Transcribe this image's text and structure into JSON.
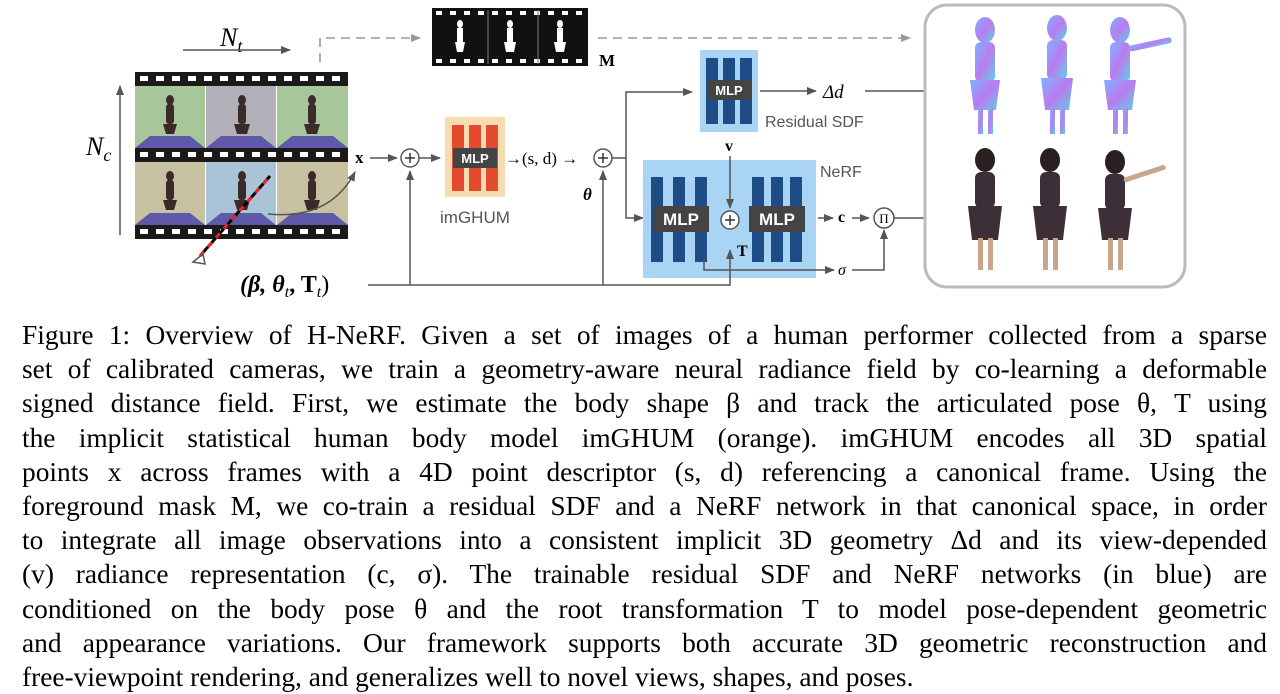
{
  "figure": {
    "labels": {
      "frames_axis": "N",
      "frames_axis_sub": "t",
      "cameras_axis": "N",
      "cameras_axis_sub": "c",
      "mask": "M",
      "x_point": "x",
      "mlp_main": "MLP",
      "descriptor_text": "→(s, d) →",
      "theta": "θ",
      "imghum": "imGHUM",
      "mlp_residual": "MLP",
      "residual_sdf": "Residual SDF",
      "delta_d": "Δd",
      "v_dir": "v",
      "nerf": "NeRF",
      "mlp_nerf1": "MLP",
      "mlp_nerf2": "MLP",
      "T_label": "T",
      "c_label": "c",
      "sigma": "σ",
      "pose_input": "(β, θ",
      "pose_input_sub_t": "t",
      "pose_input_T": ", T",
      "pose_input_close": ")"
    },
    "colors": {
      "orange": "#f6dcb0",
      "orange_bar": "#e44b2e",
      "blue_box": "#a9d4f4",
      "blue_bar": "#1e4c86",
      "mlp_label_bg": "#444444"
    }
  },
  "caption": {
    "lines": [
      "Figure 1: Overview of H-NeRF. Given a set of images of a human performer collected from a sparse",
      "set of calibrated cameras, we train a geometry-aware neural radiance field by co-learning a deformable",
      "signed distance field. First, we estimate the body shape β and track the articulated pose θ, T using",
      "the implicit statistical human body model imGHUM (orange). imGHUM encodes all 3D spatial",
      "points x across frames with a 4D point descriptor (s, d) referencing a canonical frame. Using the",
      "foreground mask M, we co-train a residual SDF and a NeRF network in that canonical space, in order",
      "to integrate all image observations into a consistent implicit 3D geometry Δd and its view-depended",
      "(v) radiance representation (c, σ). The trainable residual SDF and NeRF networks (in blue) are",
      "conditioned on the body pose θ and the root transformation T to model pose-dependent geometric",
      "and appearance variations. Our framework supports both accurate 3D geometric reconstruction and",
      "free-viewpoint rendering, and generalizes well to novel views, shapes, and poses."
    ]
  }
}
